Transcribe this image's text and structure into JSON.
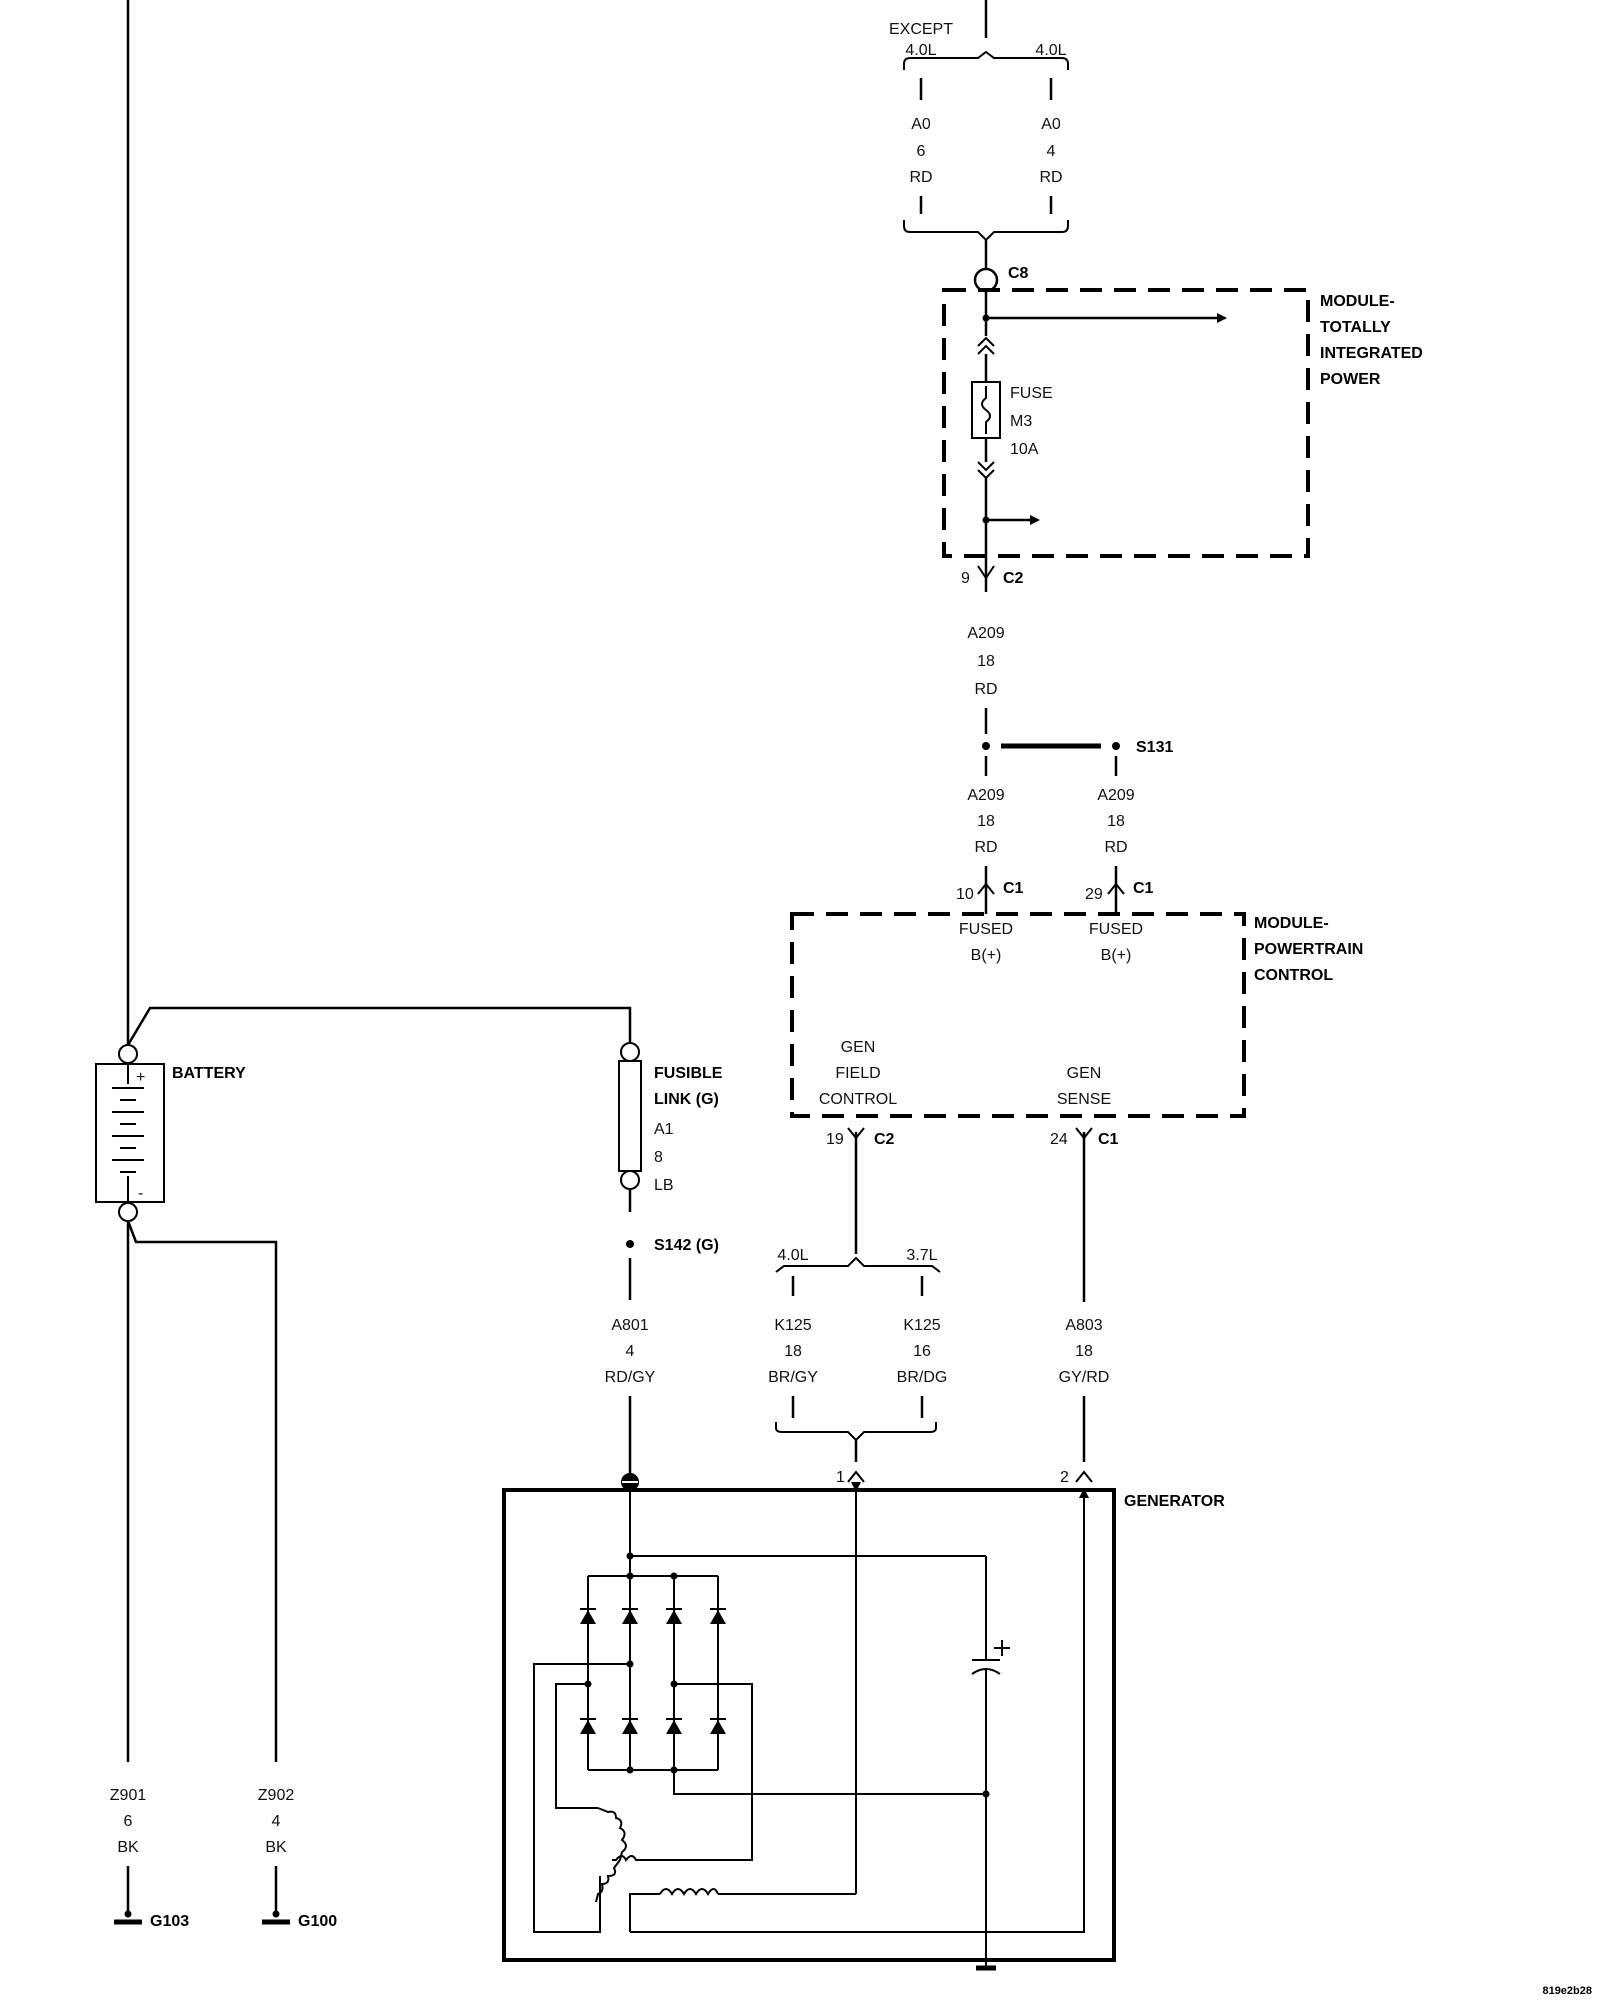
{
  "top_branch": {
    "label": "EXCEPT",
    "left": "4.0L",
    "right": "4.0L"
  },
  "wires": {
    "a0_left": {
      "circuit": "A0",
      "gauge": "6",
      "color": "RD"
    },
    "a0_right": {
      "circuit": "A0",
      "gauge": "4",
      "color": "RD"
    },
    "a209_main": {
      "circuit": "A209",
      "gauge": "18",
      "color": "RD"
    },
    "a209_left": {
      "circuit": "A209",
      "gauge": "18",
      "color": "RD"
    },
    "a209_right": {
      "circuit": "A209",
      "gauge": "18",
      "color": "RD"
    },
    "a801": {
      "circuit": "A801",
      "gauge": "4",
      "color": "RD/GY"
    },
    "k125_left": {
      "circuit": "K125",
      "gauge": "18",
      "color": "BR/GY"
    },
    "k125_right": {
      "circuit": "K125",
      "gauge": "16",
      "color": "BR/DG"
    },
    "a803": {
      "circuit": "A803",
      "gauge": "18",
      "color": "GY/RD"
    },
    "z901": {
      "circuit": "Z901",
      "gauge": "6",
      "color": "BK"
    },
    "z902": {
      "circuit": "Z902",
      "gauge": "4",
      "color": "BK"
    }
  },
  "connectors": {
    "c8": "C8",
    "c2_top": {
      "pin": "9",
      "name": "C2"
    },
    "c1_a": {
      "pin": "10",
      "name": "C1"
    },
    "c1_b": {
      "pin": "29",
      "name": "C1"
    },
    "c2_bottom": {
      "pin": "19",
      "name": "C2"
    },
    "c1_bottom": {
      "pin": "24",
      "name": "C1"
    },
    "gen_pin1": "1",
    "gen_pin2": "2"
  },
  "splices": {
    "s131": "S131",
    "s142": "S142 (G)"
  },
  "tipm": {
    "line1": "MODULE-",
    "line2": "TOTALLY",
    "line3": "INTEGRATED",
    "line4": "POWER"
  },
  "fuse": {
    "label": "FUSE",
    "id": "M3",
    "rating": "10A"
  },
  "pcm": {
    "line1": "MODULE-",
    "line2": "POWERTRAIN",
    "line3": "CONTROL",
    "fused_left_1": "FUSED",
    "fused_left_2": "B(+)",
    "fused_right_1": "FUSED",
    "fused_right_2": "B(+)",
    "gen_field_1": "GEN",
    "gen_field_2": "FIELD",
    "gen_field_3": "CONTROL",
    "gen_sense_1": "GEN",
    "gen_sense_2": "SENSE"
  },
  "battery": {
    "label": "BATTERY",
    "plus": "+",
    "minus": "-"
  },
  "fusible_link": {
    "line1": "FUSIBLE",
    "line2": "LINK (G)",
    "circuit": "A1",
    "gauge": "8",
    "color": "LB"
  },
  "engine_branch": {
    "left": "4.0L",
    "right": "3.7L"
  },
  "generator": {
    "label": "GENERATOR"
  },
  "grounds": {
    "g103": "G103",
    "g100": "G100"
  },
  "figure_id": "819e2b28"
}
